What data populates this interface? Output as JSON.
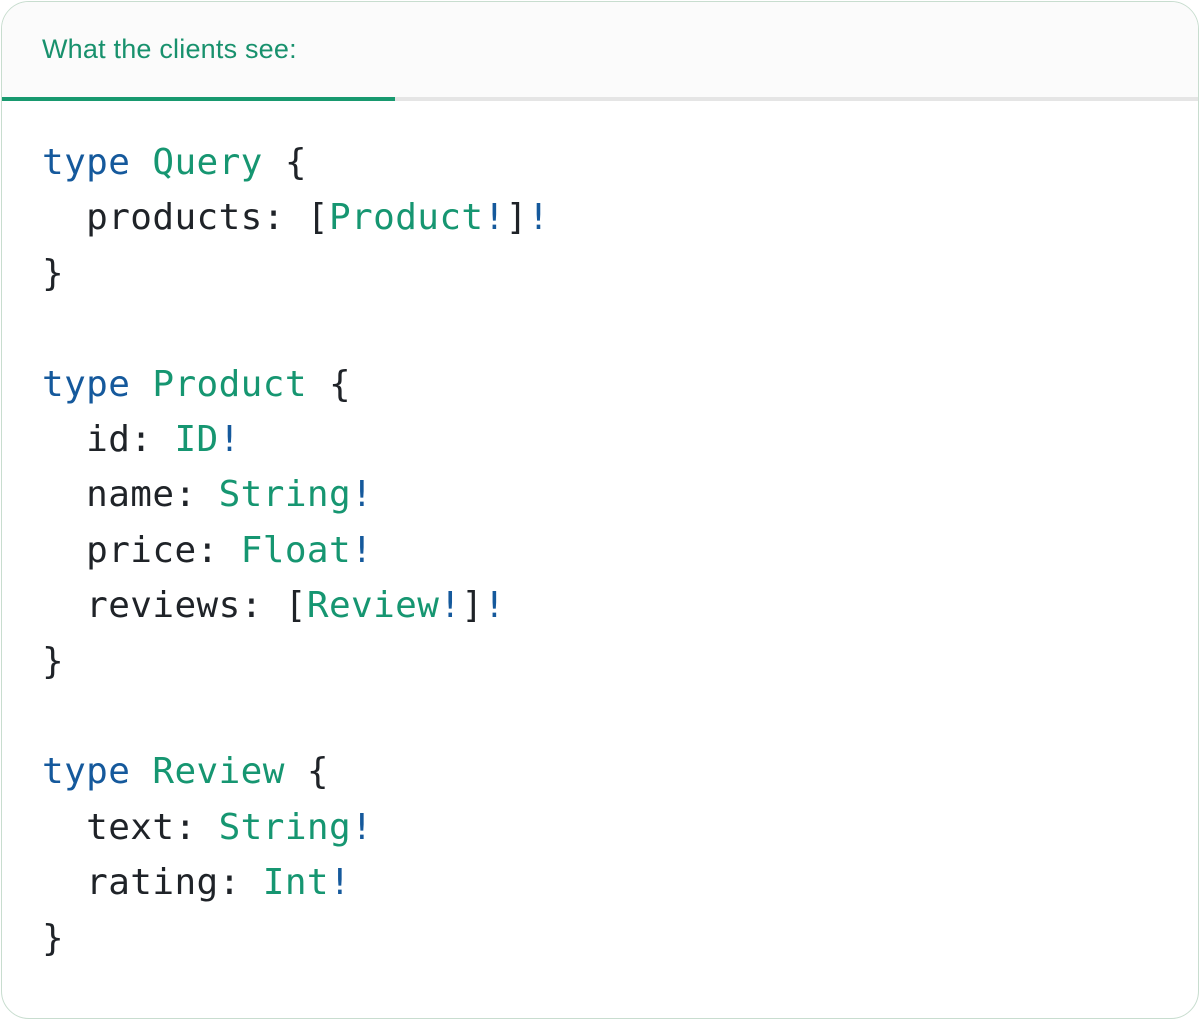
{
  "header": {
    "label": "What the clients see:"
  },
  "code": {
    "language": "graphql",
    "raw": "type Query {\n  products: [Product!]!\n}\n\ntype Product {\n  id: ID!\n  name: String!\n  price: Float!\n  reviews: [Review!]!\n}\n\ntype Review {\n  text: String!\n  rating: Int!\n}",
    "lines": [
      [
        {
          "c": "kw",
          "t": "type"
        },
        {
          "c": "pl",
          "t": " "
        },
        {
          "c": "ty",
          "t": "Query"
        },
        {
          "c": "pl",
          "t": " {"
        }
      ],
      [
        {
          "c": "pl",
          "t": "  products: ["
        },
        {
          "c": "ty",
          "t": "Product"
        },
        {
          "c": "bang",
          "t": "!"
        },
        {
          "c": "pl",
          "t": "]"
        },
        {
          "c": "bang",
          "t": "!"
        }
      ],
      [
        {
          "c": "pl",
          "t": "}"
        }
      ],
      [],
      [
        {
          "c": "kw",
          "t": "type"
        },
        {
          "c": "pl",
          "t": " "
        },
        {
          "c": "ty",
          "t": "Product"
        },
        {
          "c": "pl",
          "t": " {"
        }
      ],
      [
        {
          "c": "pl",
          "t": "  id: "
        },
        {
          "c": "ty",
          "t": "ID"
        },
        {
          "c": "bang",
          "t": "!"
        }
      ],
      [
        {
          "c": "pl",
          "t": "  name: "
        },
        {
          "c": "ty",
          "t": "String"
        },
        {
          "c": "bang",
          "t": "!"
        }
      ],
      [
        {
          "c": "pl",
          "t": "  price: "
        },
        {
          "c": "ty",
          "t": "Float"
        },
        {
          "c": "bang",
          "t": "!"
        }
      ],
      [
        {
          "c": "pl",
          "t": "  reviews: ["
        },
        {
          "c": "ty",
          "t": "Review"
        },
        {
          "c": "bang",
          "t": "!"
        },
        {
          "c": "pl",
          "t": "]"
        },
        {
          "c": "bang",
          "t": "!"
        }
      ],
      [
        {
          "c": "pl",
          "t": "}"
        }
      ],
      [],
      [
        {
          "c": "kw",
          "t": "type"
        },
        {
          "c": "pl",
          "t": " "
        },
        {
          "c": "ty",
          "t": "Review"
        },
        {
          "c": "pl",
          "t": " {"
        }
      ],
      [
        {
          "c": "pl",
          "t": "  text: "
        },
        {
          "c": "ty",
          "t": "String"
        },
        {
          "c": "bang",
          "t": "!"
        }
      ],
      [
        {
          "c": "pl",
          "t": "  rating: "
        },
        {
          "c": "ty",
          "t": "Int"
        },
        {
          "c": "bang",
          "t": "!"
        }
      ],
      [
        {
          "c": "pl",
          "t": "}"
        }
      ]
    ]
  },
  "colors": {
    "accent_green": "#18996F",
    "header_text": "#18916D",
    "keyword_blue": "#15599C",
    "type_green": "#169671",
    "bang_blue": "#15599C",
    "plain_text": "#1F2328",
    "header_bg": "#FBFBFB",
    "divider_gray": "#E5E5E5",
    "card_border": "#C8DDCF",
    "card_bg": "#FFFFFF"
  }
}
